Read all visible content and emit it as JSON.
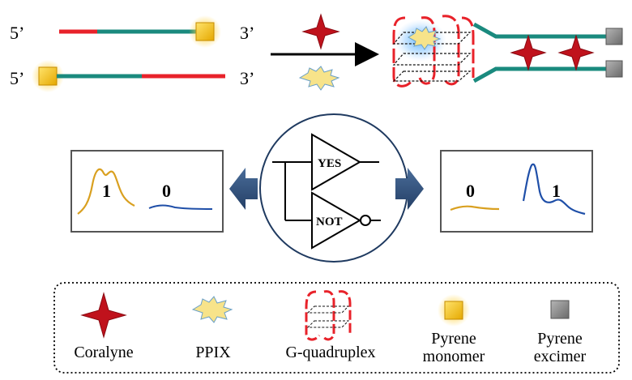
{
  "strands": {
    "top": {
      "left_label": "5’",
      "right_label": "3’"
    },
    "bottom": {
      "left_label": "5’",
      "right_label": "3’"
    }
  },
  "gates": {
    "yes_label": "YES",
    "not_label": "NOT"
  },
  "outputs": {
    "left": {
      "yellow_value": "1",
      "blue_value": "0"
    },
    "right": {
      "yellow_value": "0",
      "blue_value": "1"
    }
  },
  "legend": {
    "items": [
      {
        "label": "Coralyne"
      },
      {
        "label": "PPIX"
      },
      {
        "label": "G-quadruplex"
      },
      {
        "label_line1": "Pyrene",
        "label_line2": "monomer"
      },
      {
        "label_line1": "Pyrene",
        "label_line2": "excimer"
      }
    ]
  },
  "colors": {
    "strand_red": "#e8222a",
    "strand_teal": "#1a8a7e",
    "monomer_yellow": "#f5c518",
    "excimer_gray": "#8a8a8a",
    "coralyne_red": "#c0121c",
    "ppix_fill": "#f7e38a",
    "curve_gold": "#d9a020",
    "curve_blue": "#1f4fa8",
    "arrow_navy": "#2f4f7a",
    "circle_navy": "#1f3a60"
  }
}
